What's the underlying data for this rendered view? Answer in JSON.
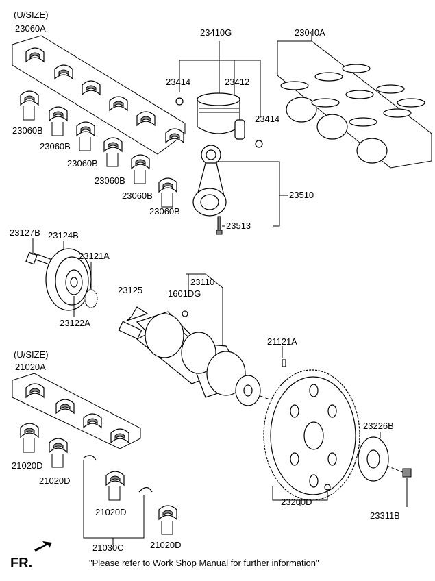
{
  "labels": {
    "usize_top": "(U/SIZE)",
    "p23060A": "23060A",
    "p23410G": "23410G",
    "p23414a": "23414",
    "p23412": "23412",
    "p23414b": "23414",
    "p23040A": "23040A",
    "p23060B_1": "23060B",
    "p23060B_2": "23060B",
    "p23060B_3": "23060B",
    "p23060B_4": "23060B",
    "p23060B_5": "23060B",
    "p23060B_6": "23060B",
    "p23510": "23510",
    "p23513": "23513",
    "p23127B": "23127B",
    "p23124B": "23124B",
    "p23121A": "23121A",
    "p23110": "23110",
    "p23125": "23125",
    "p1601DG": "1601DG",
    "p23122A": "23122A",
    "usize_bottom": "(U/SIZE)",
    "p21020A": "21020A",
    "p21121A": "21121A",
    "p23226B": "23226B",
    "p21020D_1": "21020D",
    "p21020D_2": "21020D",
    "p21020D_3": "21020D",
    "p21020D_4": "21020D",
    "p23200D": "23200D",
    "p23311B": "23311B",
    "p21030C": "21030C"
  },
  "footer": {
    "fr": "FR.",
    "note": "\"Please refer to Work Shop Manual for further information\""
  }
}
